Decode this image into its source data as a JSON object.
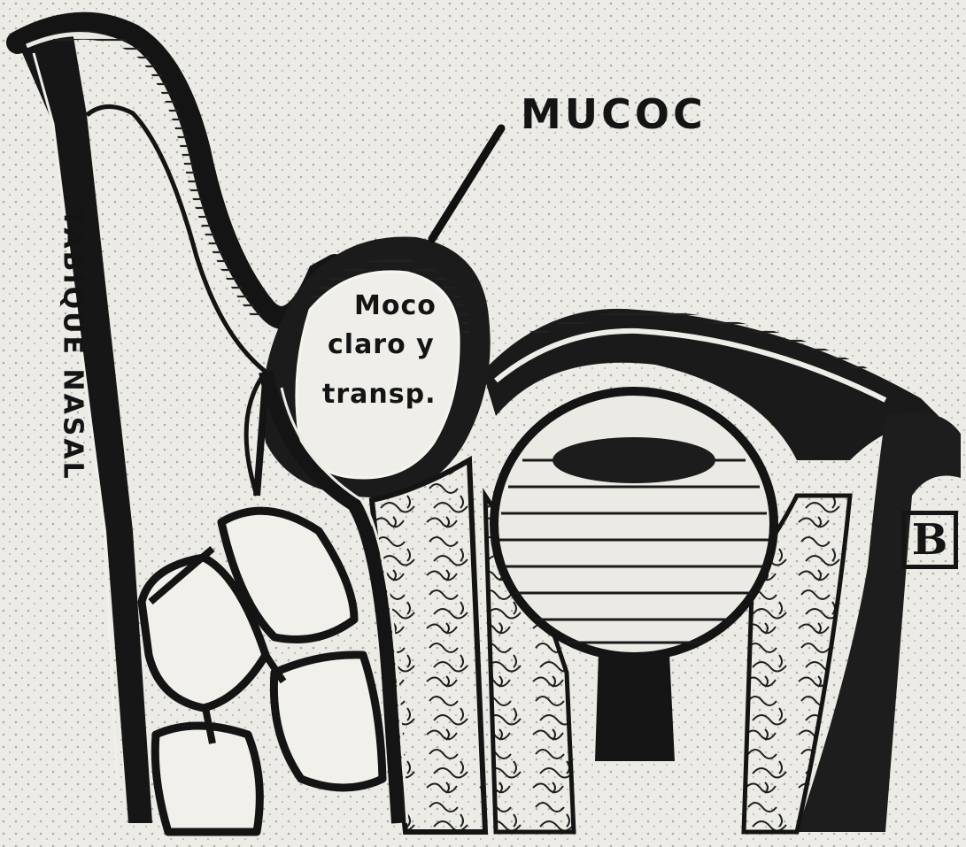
{
  "labels": {
    "mucocele": "MUCOC",
    "nasal_septum": "TABIQUE NASAL",
    "contents_line1": "Moco",
    "contents_line2": "claro y",
    "contents_line3": "transp."
  },
  "monogram": "B",
  "colors": {
    "paper": "#ecebe6",
    "ink": "#151515"
  }
}
